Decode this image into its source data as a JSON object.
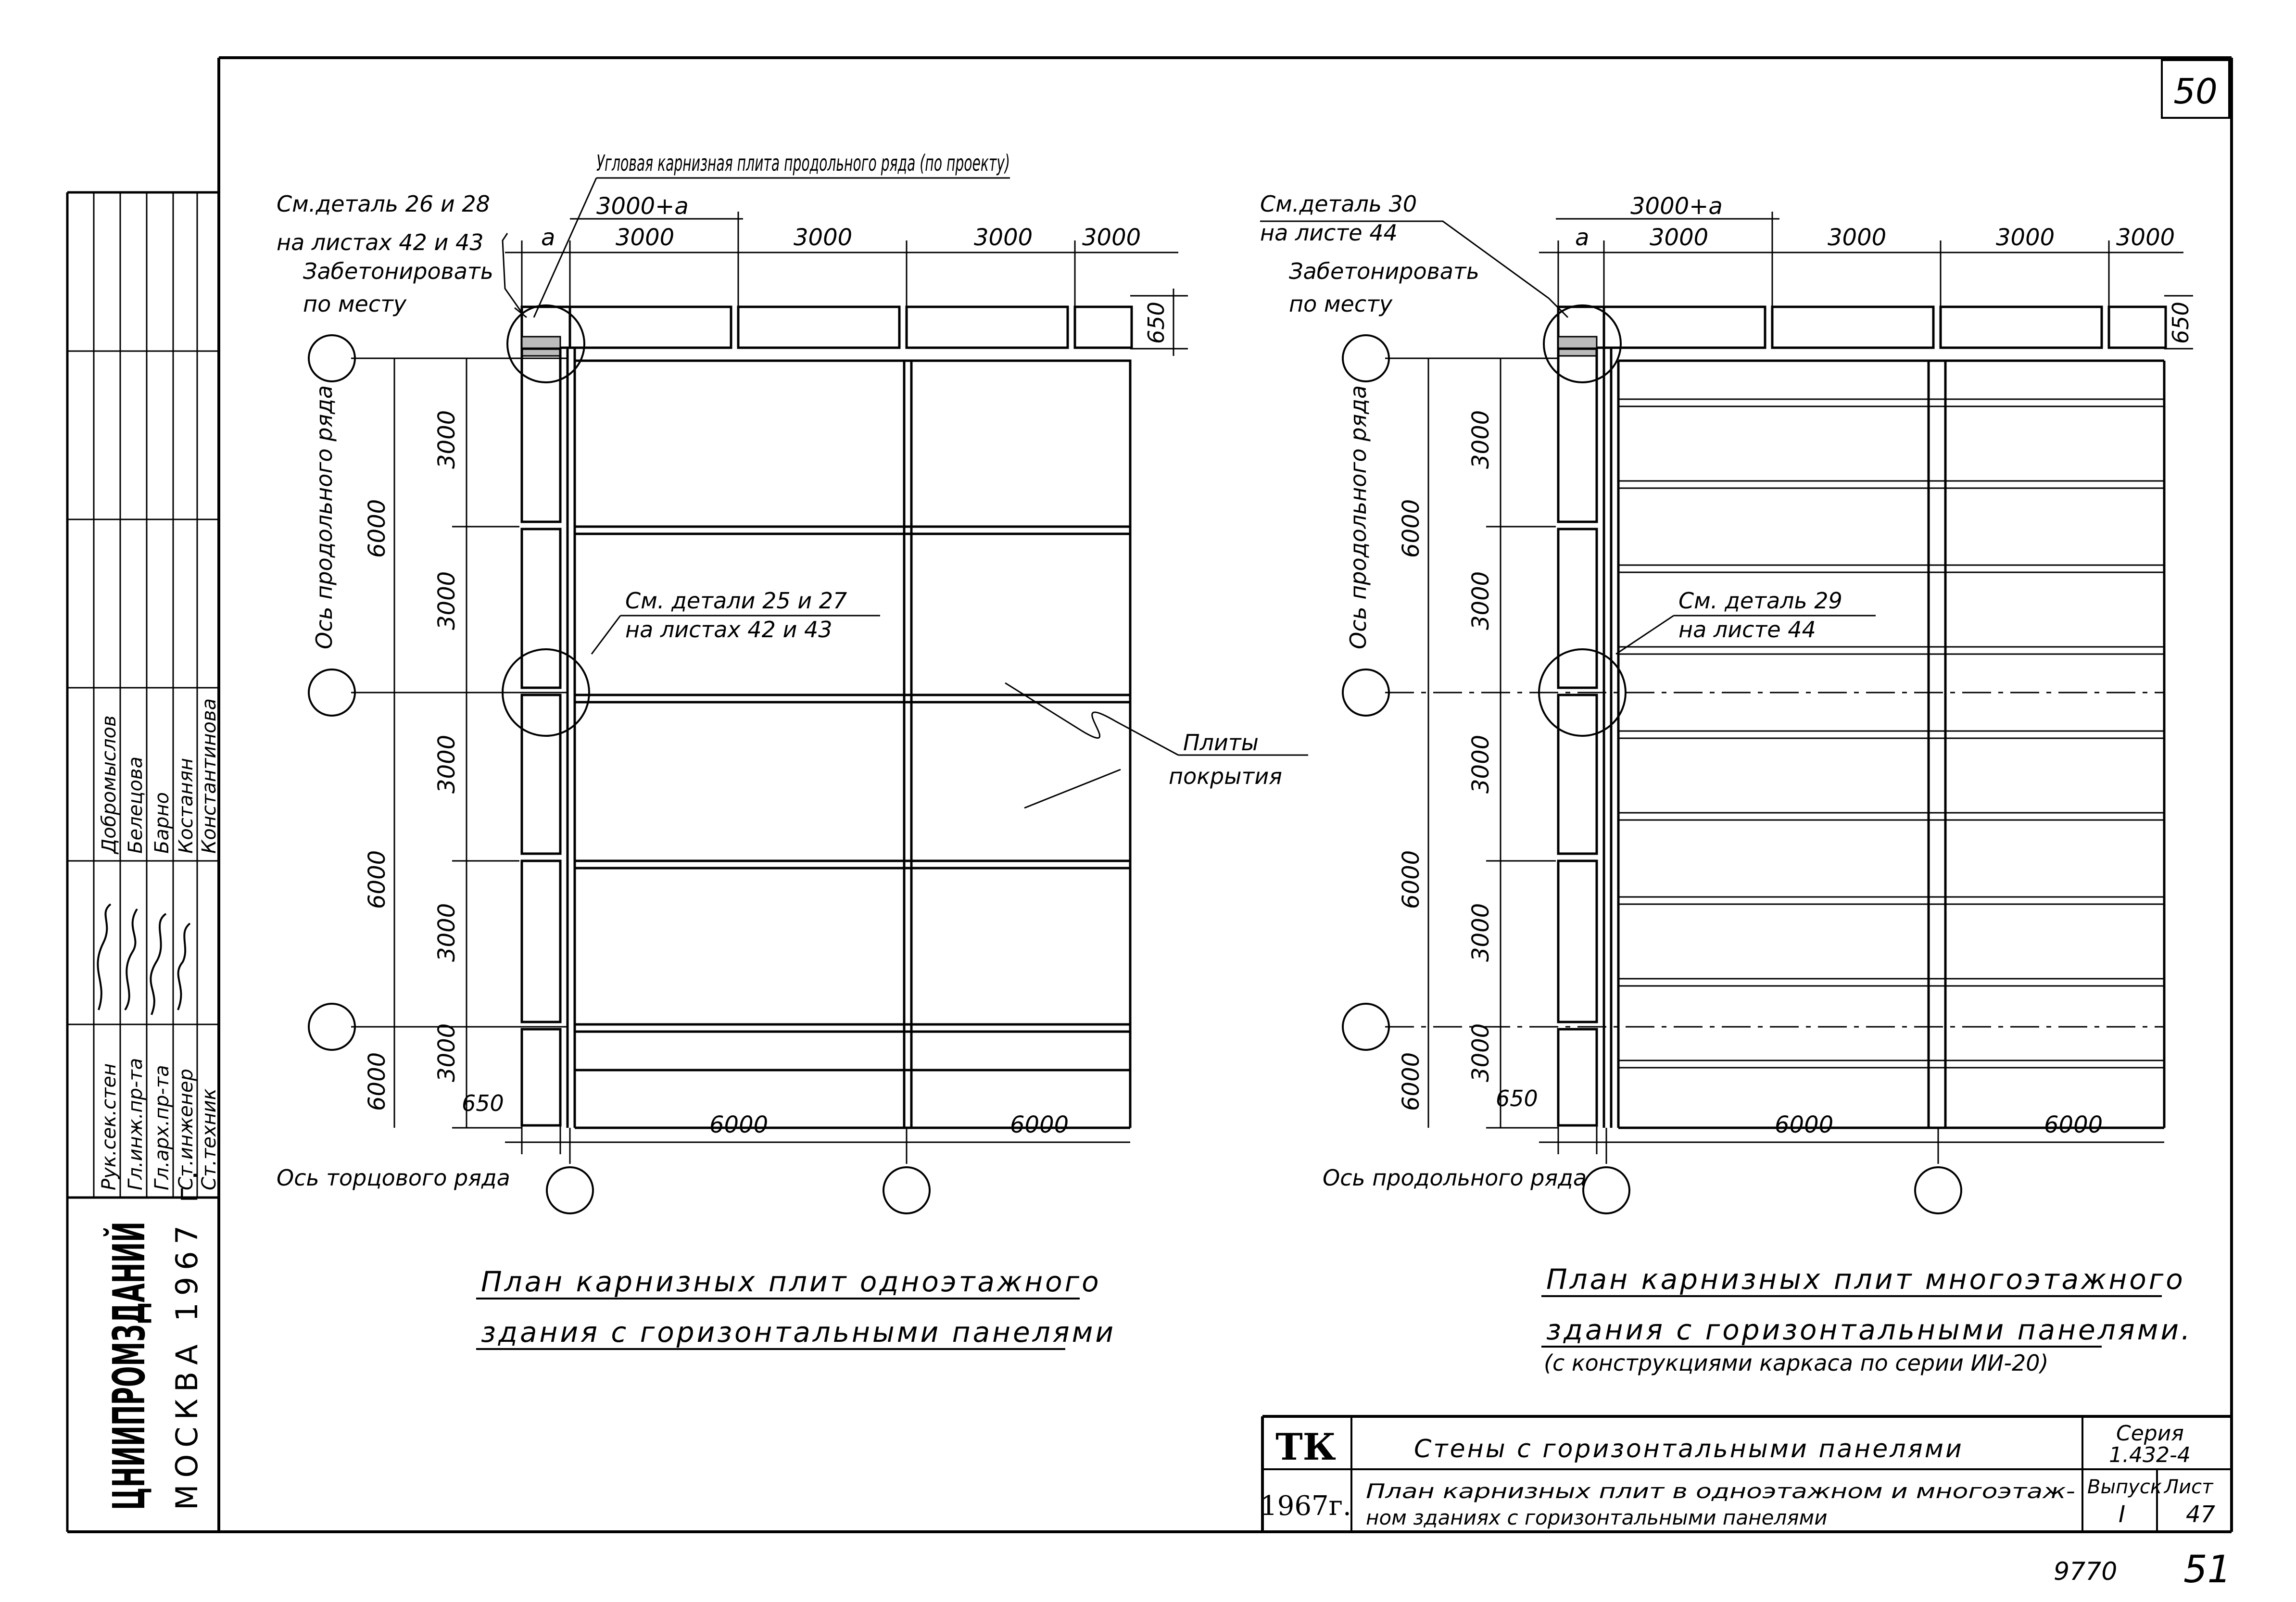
{
  "sheet": {
    "number": "50",
    "footer_number": "51",
    "archive_number": "9770"
  },
  "stamp_strip": {
    "organization": "ЦНИИПРОМЗДАНИЙ",
    "city_year": "МОСКВА 1967 г.",
    "roles": [
      "Рук.сек.стен",
      "Гл.инж.пр-та",
      "Гл.арх.пр-та",
      "Ст.инженер",
      "Ст.техник"
    ],
    "names": [
      "Добромыслов",
      "Белецова",
      "Барно",
      "Костанян",
      "Константинова"
    ]
  },
  "left_plan": {
    "note_corner_plate": "Угловая карнизная плита продольного ряда (по проекту)",
    "ref_top_1": "См.деталь 26 и 28",
    "ref_top_2": "на листах 42 и 43",
    "ref_concrete_1": "Забетонировать",
    "ref_concrete_2": "по месту",
    "ref_mid_1": "См. детали 25 и 27",
    "ref_mid_2": "на листах 42 и 43",
    "slabs_1": "Плиты",
    "slabs_2": "покрытия",
    "axis_long": "Ось продольного ряда",
    "axis_end": "Ось торцового ряда",
    "dim_top_total": "3000+a",
    "dim_a": "a",
    "dim_top": [
      "3000",
      "3000",
      "3000",
      "3000"
    ],
    "dim_left_inner": [
      "3000",
      "3000",
      "3000",
      "3000",
      "3000"
    ],
    "dim_left_outer": [
      "6000",
      "6000",
      "6000"
    ],
    "dim_650_top": "650",
    "dim_650_bottom": "650",
    "dim_bottom": [
      "6000",
      "6000"
    ],
    "caption_1": "План карнизных плит одноэтажного",
    "caption_2": "здания с горизонтальными панелями"
  },
  "right_plan": {
    "ref_top_1": "См.деталь 30",
    "ref_top_2": "на листе 44",
    "ref_concrete_1": "Забетонировать",
    "ref_concrete_2": "по месту",
    "ref_mid_1": "См. деталь 29",
    "ref_mid_2": "на листе 44",
    "axis_long": "Ось продольного ряда",
    "axis_bottom": "Ось продольного ряда",
    "dim_top_total": "3000+a",
    "dim_a": "a",
    "dim_top": [
      "3000",
      "3000",
      "3000",
      "3000"
    ],
    "dim_left_inner": [
      "3000",
      "3000",
      "3000",
      "3000",
      "3000"
    ],
    "dim_left_outer": [
      "6000",
      "6000",
      "6000"
    ],
    "dim_650_top": "650",
    "dim_650_bottom": "650",
    "dim_bottom": [
      "6000",
      "6000"
    ],
    "caption_1": "План карнизных плит многоэтажного",
    "caption_2": "здания с горизонтальными панелями.",
    "caption_3": "(с конструкциями каркаса по серии ИИ-20)"
  },
  "title_block": {
    "tk": "ТК",
    "year": "1967г.",
    "title": "Стены с горизонтальными панелями",
    "subtitle_1": "План карнизных плит в одноэтажном и многоэтаж-",
    "subtitle_2": "ном зданиях с горизонтальными панелями",
    "series_label": "Серия",
    "series_value": "1.432-4",
    "issue_label": "Выпуск",
    "issue_value": "I",
    "sheet_label": "Лист",
    "sheet_value": "47"
  }
}
